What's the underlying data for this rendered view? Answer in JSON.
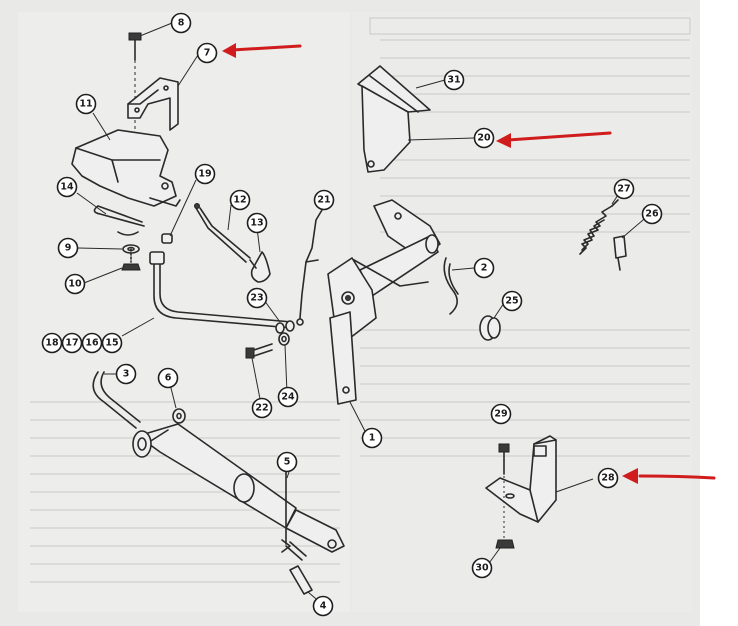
{
  "callouts": [
    {
      "id": "c8",
      "label": "8"
    },
    {
      "id": "c7",
      "label": "7"
    },
    {
      "id": "c11",
      "label": "11"
    },
    {
      "id": "c19",
      "label": "19"
    },
    {
      "id": "c14",
      "label": "14"
    },
    {
      "id": "c12",
      "label": "12"
    },
    {
      "id": "c21",
      "label": "21"
    },
    {
      "id": "c13",
      "label": "13"
    },
    {
      "id": "c9",
      "label": "9"
    },
    {
      "id": "c10",
      "label": "10"
    },
    {
      "id": "c18",
      "label": "18"
    },
    {
      "id": "c17",
      "label": "17"
    },
    {
      "id": "c16",
      "label": "16"
    },
    {
      "id": "c15",
      "label": "15"
    },
    {
      "id": "c23",
      "label": "23"
    },
    {
      "id": "c22",
      "label": "22"
    },
    {
      "id": "c24",
      "label": "24"
    },
    {
      "id": "c3",
      "label": "3"
    },
    {
      "id": "c6",
      "label": "6"
    },
    {
      "id": "c5",
      "label": "5"
    },
    {
      "id": "c4",
      "label": "4"
    },
    {
      "id": "c1",
      "label": "1"
    },
    {
      "id": "c2",
      "label": "2"
    },
    {
      "id": "c25",
      "label": "25"
    },
    {
      "id": "c31",
      "label": "31"
    },
    {
      "id": "c20",
      "label": "20"
    },
    {
      "id": "c27",
      "label": "27"
    },
    {
      "id": "c26",
      "label": "26"
    },
    {
      "id": "c29",
      "label": "29"
    },
    {
      "id": "c28",
      "label": "28"
    },
    {
      "id": "c30",
      "label": "30"
    }
  ],
  "highlight_arrows": {
    "color": "#d01c1c",
    "targets": [
      "7",
      "20",
      "28"
    ]
  }
}
